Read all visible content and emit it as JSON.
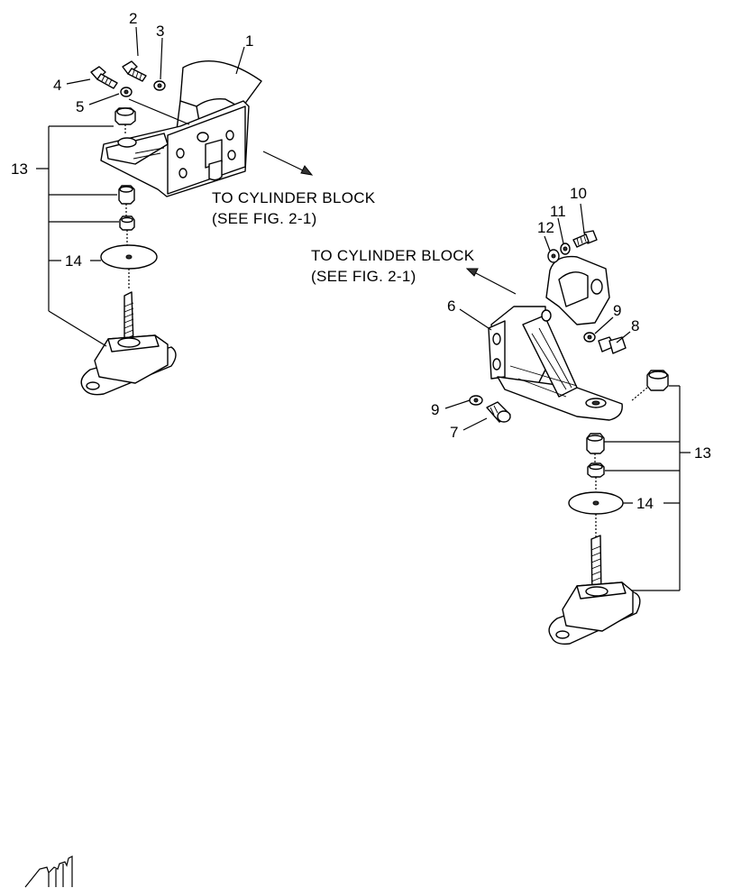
{
  "callouts": {
    "c1": "1",
    "c2": "2",
    "c3": "3",
    "c4": "4",
    "c5": "5",
    "c6": "6",
    "c7": "7",
    "c8": "8",
    "c9a": "9",
    "c9b": "9",
    "c10": "10",
    "c11": "11",
    "c12": "12",
    "c13a": "13",
    "c13b": "13",
    "c14a": "14",
    "c14b": "14"
  },
  "notes": {
    "left_line1": "TO CYLINDER BLOCK",
    "left_line2": "(SEE FIG. 2-1)",
    "right_line1": "TO CYLINDER BLOCK",
    "right_line2": "(SEE FIG. 2-1)"
  },
  "icons": {
    "corner": "manual-hand-icon"
  }
}
